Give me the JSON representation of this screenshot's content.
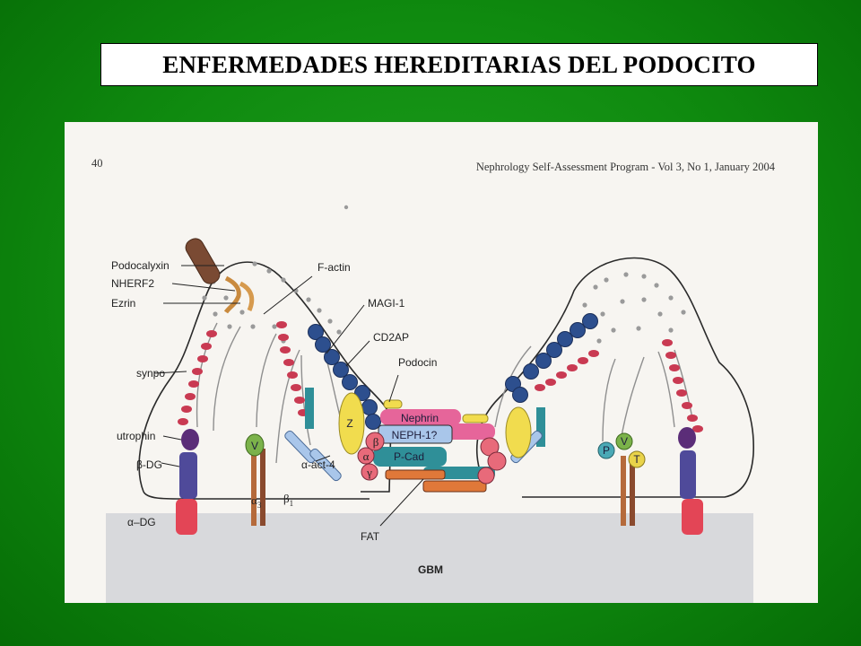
{
  "slide": {
    "title": "ENFERMEDADES HEREDITARIAS DEL PODOCITO"
  },
  "figure": {
    "page_number": "40",
    "source_header": "Nephrology Self-Assessment Program - Vol 3, No 1, January 2004",
    "labels": {
      "podocalyxin": "Podocalyxin",
      "nherf2": "NHERF2",
      "ezrin": "Ezrin",
      "f_actin": "F-actin",
      "magi1": "MAGI-1",
      "cd2ap": "CD2AP",
      "podocin": "Podocin",
      "synpo": "synpo",
      "utrophin": "utrophin",
      "beta_dg": "β-DG",
      "alpha_dg": "α–DG",
      "v_left": "V",
      "alpha3": "α",
      "alpha3_sub": "3",
      "beta1": "β",
      "beta1_sub": "1",
      "alpha_act4": "α-act-4",
      "z": "Z",
      "beta_catenin": "β",
      "alpha_catenin": "α",
      "gamma_catenin": "γ",
      "nephrin": "Nephrin",
      "neph1": "NEPH-1?",
      "pcad": "P-Cad",
      "fat": "FAT",
      "gbm": "GBM",
      "p": "P",
      "v_right": "V",
      "t": "T"
    },
    "colors": {
      "slide_green": "#129612",
      "actin_dot": "#c93a52",
      "bead_blue": "#2d4f8e",
      "nephrin_pink": "#e6659a",
      "neph_blue": "#a9c6ea",
      "pcad_teal": "#2f8f98",
      "fat_orange": "#e07839",
      "utrophin_purple": "#5b2d78",
      "dg_red": "#e34556",
      "zo1_yellow": "#f1dc4e",
      "integrin_brown": "#b56a3b",
      "podocalyxin_brown": "#7a4a33",
      "gbm_gray": "#d8d9dc"
    }
  }
}
